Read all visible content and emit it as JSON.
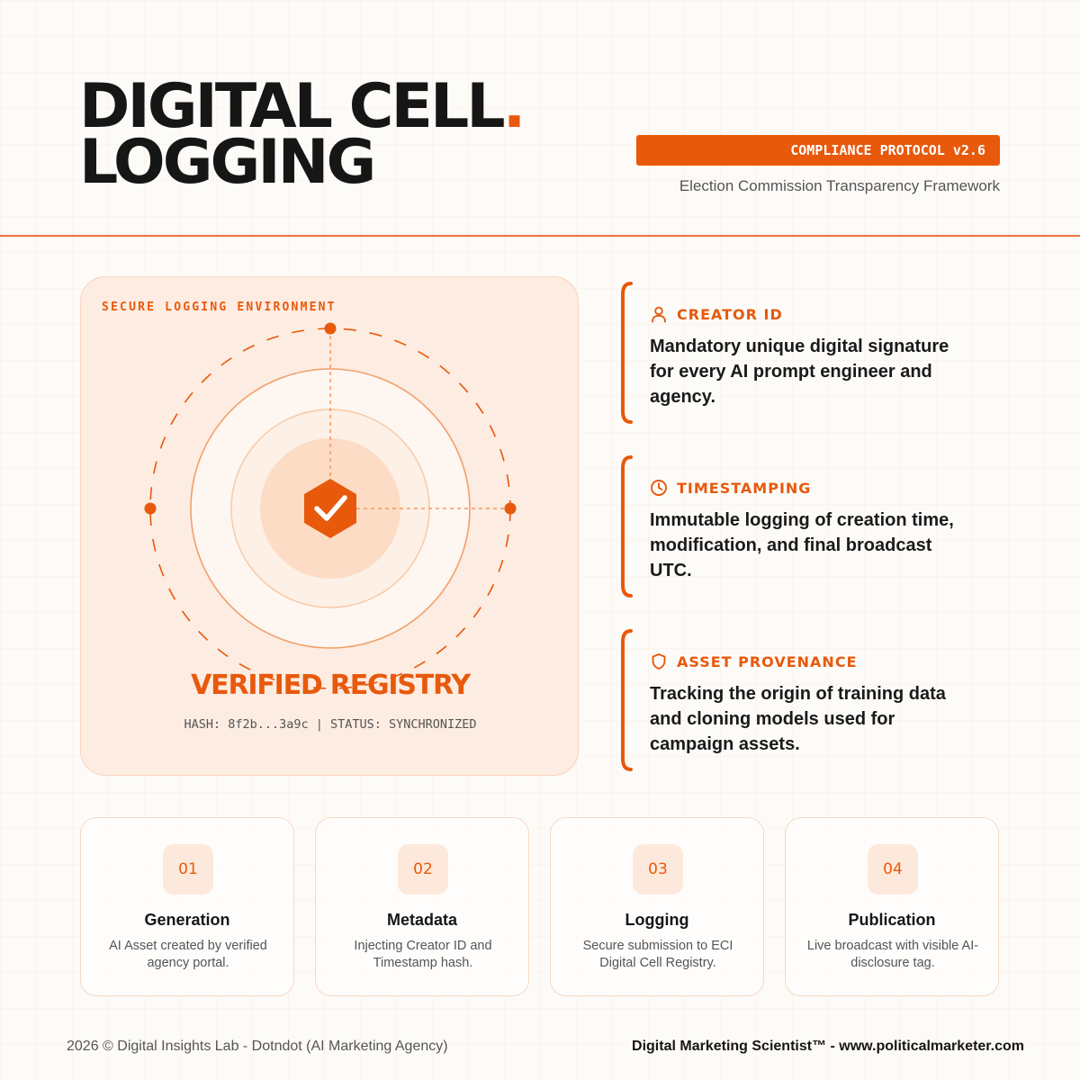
{
  "header": {
    "title_line1": "DIGITAL CELL",
    "title_dot": ".",
    "title_line2": "LOGGING",
    "badge": "COMPLIANCE PROTOCOL v2.6",
    "subtitle": "Election Commission Transparency Framework"
  },
  "registry": {
    "label": "SECURE LOGGING ENVIRONMENT",
    "title": "VERIFIED REGISTRY",
    "hash_line": "HASH: 8f2b...3a9c | STATUS: SYNCHRONIZED",
    "icon": "hexagon-check-icon"
  },
  "features": [
    {
      "icon": "user-icon",
      "label": "CREATOR ID",
      "description": "Mandatory unique digital signature for every AI prompt engineer and agency."
    },
    {
      "icon": "clock-icon",
      "label": "TIMESTAMPING",
      "description": "Immutable logging of creation time, modification, and final broadcast UTC."
    },
    {
      "icon": "shield-icon",
      "label": "ASSET PROVENANCE",
      "description": "Tracking the origin of training data and cloning models used for campaign assets."
    }
  ],
  "steps": [
    {
      "number": "01",
      "title": "Generation",
      "description": "AI Asset created by verified agency portal."
    },
    {
      "number": "02",
      "title": "Metadata",
      "description": "Injecting Creator ID and Timestamp hash."
    },
    {
      "number": "03",
      "title": "Logging",
      "description": "Secure submission to ECI Digital Cell Registry."
    },
    {
      "number": "04",
      "title": "Publication",
      "description": "Live broadcast with visible AI-disclosure tag."
    }
  ],
  "footer": {
    "left": "2026 © Digital Insights Lab - Dotndot (AI Marketing Agency)",
    "right": "Digital Marketing Scientist™ - www.politicalmarketer.com"
  },
  "colors": {
    "accent": "#e8590c",
    "text_dark": "#161616",
    "text_muted": "#555555",
    "panel_bg": "#fdece1"
  }
}
